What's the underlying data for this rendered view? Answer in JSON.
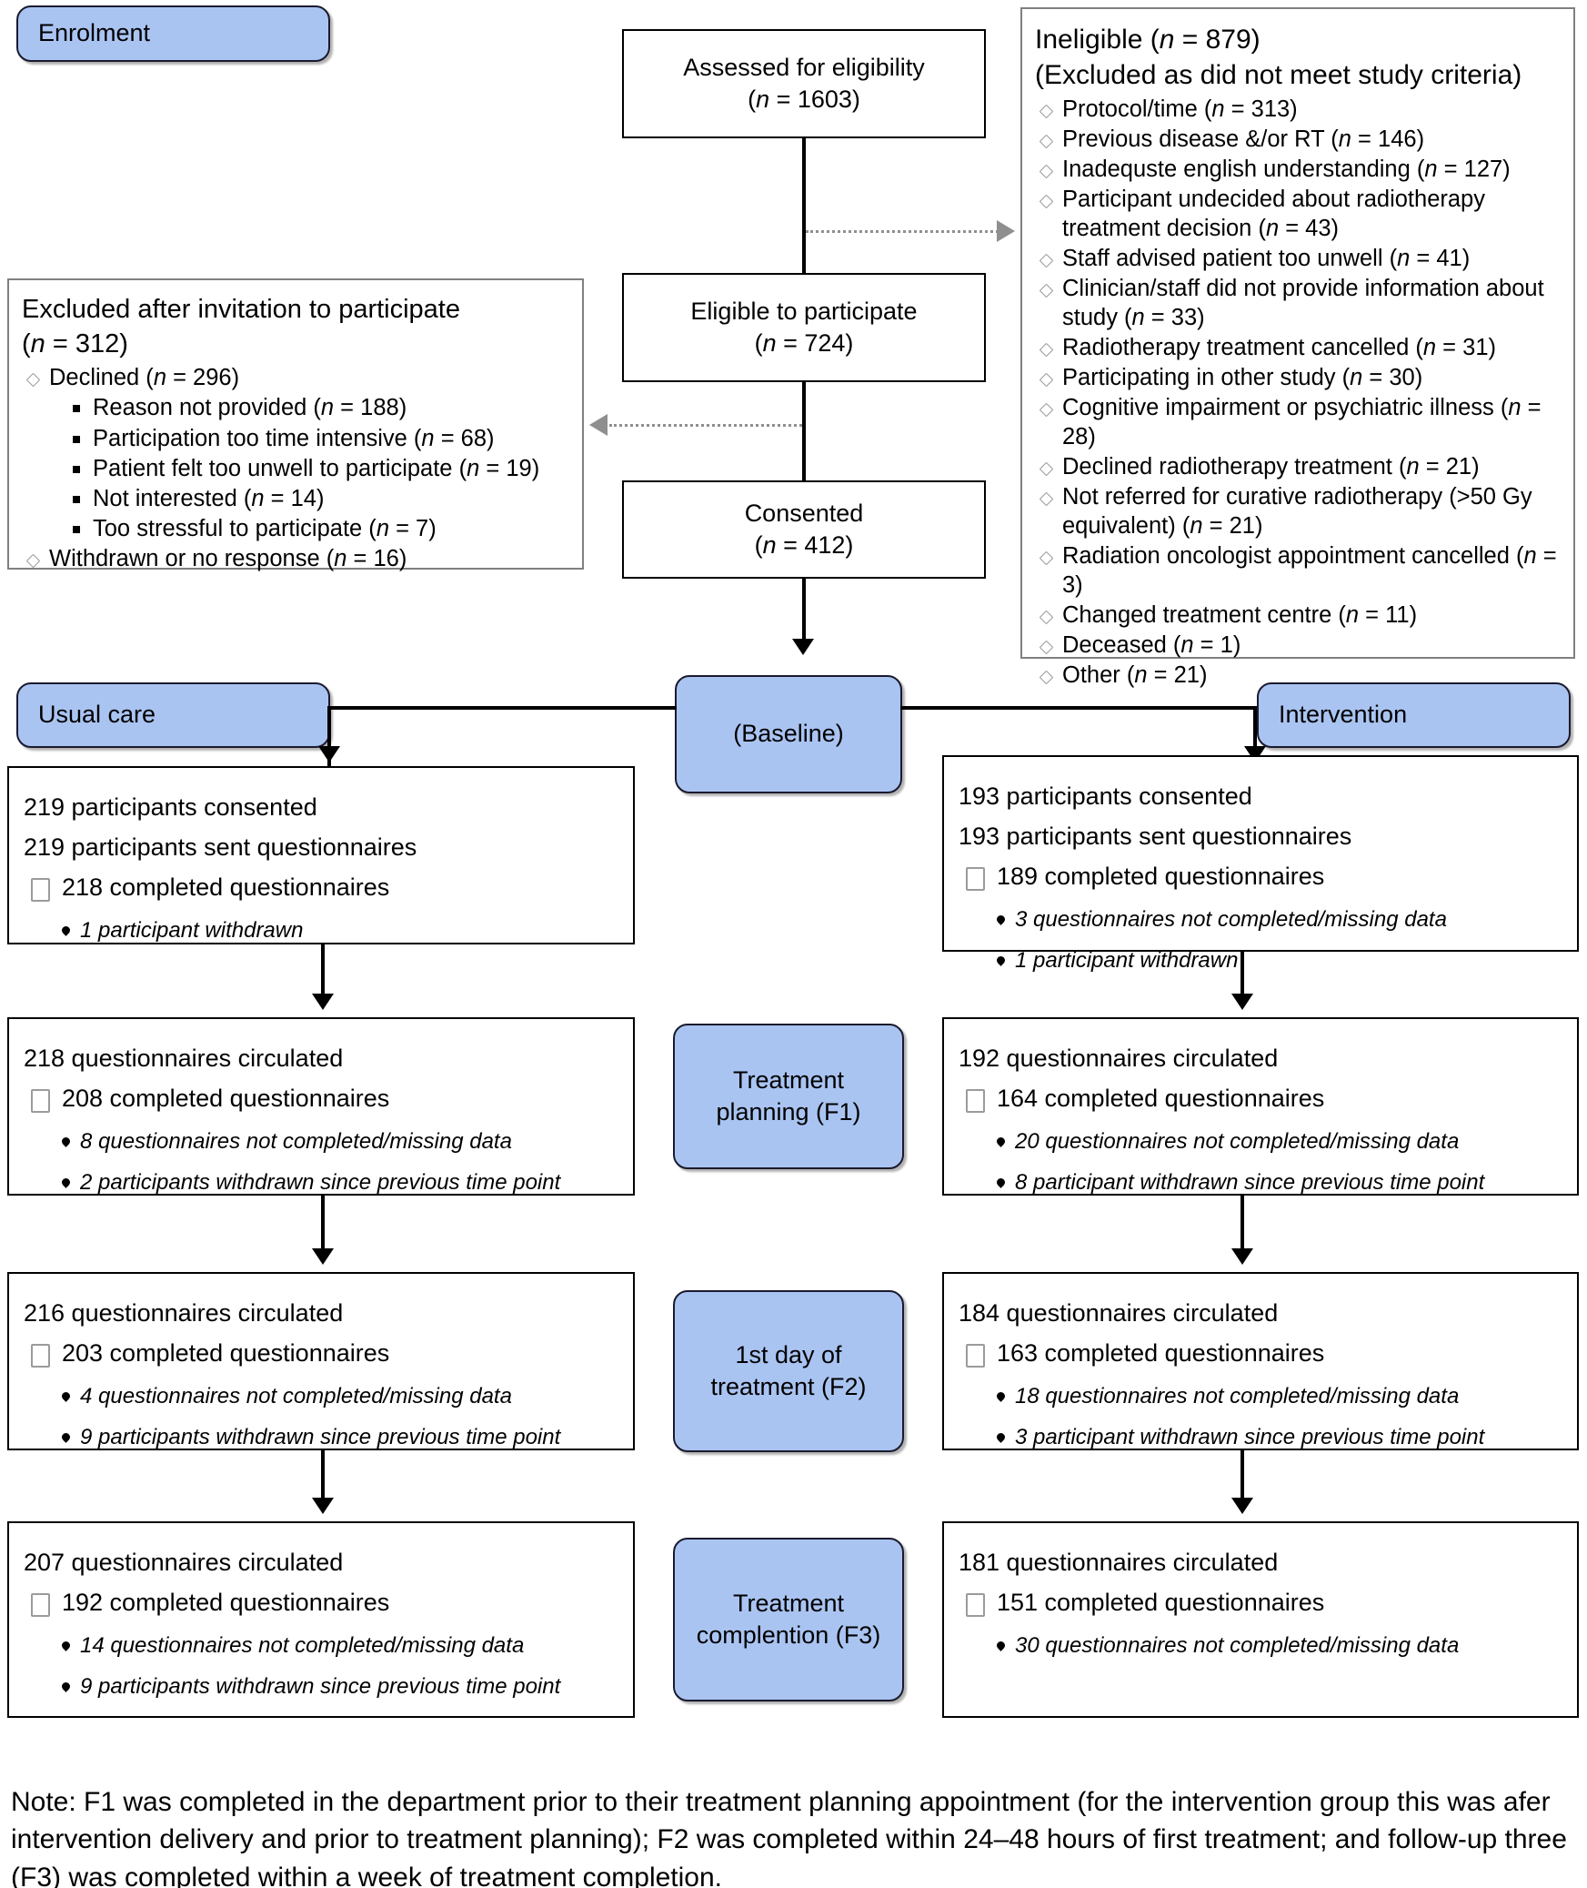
{
  "labels": {
    "enrolment": "Enrolment",
    "usual_care": "Usual care",
    "intervention": "Intervention",
    "baseline": "(Baseline)",
    "f1": "Treatment planning (F1)",
    "f2": "1st day of treatment (F2)",
    "f3": "Treatment complention (F3)"
  },
  "colors": {
    "blue_fill": "#aac4f2",
    "blue_border": "#1a1a2e",
    "box_border_black": "#000000",
    "box_border_grey": "#808080",
    "bullet_grey": "#9a9a9a"
  },
  "flow": {
    "assessed": {
      "line1": "Assessed for eligibility",
      "line2_prefix": "(",
      "line2_n": "n",
      "line2_eq": " = 1603)"
    },
    "eligible": {
      "line1": "Eligible to participate",
      "line2_eq": " = 724)"
    },
    "consented": {
      "line1": "Consented",
      "line2_eq": " =  412)"
    }
  },
  "ineligible": {
    "title": "Ineligible (",
    "title_n": "n",
    "title_val": " = 879)",
    "subtitle": "(Excluded as did not meet study criteria)",
    "items": [
      {
        "text": "Protocol/time (",
        "n": "n",
        "val": " = 313)"
      },
      {
        "text": "Previous disease &/or RT (",
        "n": "n",
        "val": " = 146)"
      },
      {
        "text": "Inadequste english understanding (",
        "n": "n",
        "val": " = 127)"
      },
      {
        "text": "Participant undecided about radiotherapy treatment decision (",
        "n": "n",
        "val": " = 43)"
      },
      {
        "text": "Staff advised patient too unwell (",
        "n": "n",
        "val": " = 41)"
      },
      {
        "text": "Clinician/staff did not provide information about study (",
        "n": "n",
        "val": " = 33)"
      },
      {
        "text": "Radiotherapy treatment cancelled (",
        "n": "n",
        "val": " = 31)"
      },
      {
        "text": "Participating in other study (",
        "n": "n",
        "val": " = 30)"
      },
      {
        "text": "Cognitive impairment or psychiatric illness (",
        "n": "n",
        "val": " = 28)"
      },
      {
        "text": "Declined radiotherapy treatment (",
        "n": "n",
        "val": " = 21)"
      },
      {
        "text": "Not referred for curative radiotherapy (>50 Gy equivalent) (",
        "n": "n",
        "val": " = 21)"
      },
      {
        "text": "Radiation oncologist appointment cancelled (",
        "n": "n",
        "val": " = 3)"
      },
      {
        "text": "Changed treatment centre (",
        "n": "n",
        "val": " = 11)"
      },
      {
        "text": "Deceased (",
        "n": "n",
        "val": " = 1)"
      },
      {
        "text": "Other (",
        "n": "n",
        "val": " = 21)"
      }
    ]
  },
  "excluded": {
    "title": "Excluded after invitation to participate",
    "title_n": "n",
    "title_val": " = 312)",
    "declined": {
      "text": "Declined (",
      "n": "n",
      "val": " = 296)"
    },
    "declined_reasons": [
      {
        "text": "Reason not provided (",
        "n": "n",
        "val": " = 188)"
      },
      {
        "text": "Participation too time intensive (",
        "n": "n",
        "val": " = 68)"
      },
      {
        "text": "Patient felt too unwell to participate (",
        "n": "n",
        "val": " = 19)"
      },
      {
        "text": "Not interested (",
        "n": "n",
        "val": " = 14)"
      },
      {
        "text": "Too stressful to participate (",
        "n": "n",
        "val": " = 7)"
      }
    ],
    "withdrawn": {
      "text": "Withdrawn or no response (",
      "n": "n",
      "val": " = 16)"
    }
  },
  "arms": {
    "usual_care": [
      {
        "lines": [
          "219 participants consented",
          "219 participants sent questionnaires"
        ],
        "check": "218 completed questionnaires",
        "subs": [
          "1 participant withdrawn"
        ]
      },
      {
        "lines": [
          "218 questionnaires circulated"
        ],
        "check": "208 completed questionnaires",
        "subs": [
          "8 questionnaires not completed/missing data",
          "2 participants withdrawn since previous time point"
        ]
      },
      {
        "lines": [
          "216 questionnaires circulated"
        ],
        "check": "203 completed questionnaires",
        "subs": [
          "4 questionnaires not completed/missing data",
          "9 participants withdrawn since previous time point"
        ]
      },
      {
        "lines": [
          "207 questionnaires circulated"
        ],
        "check": "192 completed questionnaires",
        "subs": [
          "14 questionnaires not completed/missing data",
          "9 participants withdrawn since previous time point"
        ]
      }
    ],
    "intervention": [
      {
        "lines": [
          "193 participants consented",
          "193 participants sent questionnaires"
        ],
        "check": "189 completed questionnaires",
        "subs": [
          "3 questionnaires not completed/missing data",
          "1 participant withdrawn"
        ]
      },
      {
        "lines": [
          "192 questionnaires circulated"
        ],
        "check": "164 completed questionnaires",
        "subs": [
          "20 questionnaires not completed/missing data",
          "8 participant withdrawn since previous time point"
        ]
      },
      {
        "lines": [
          "184 questionnaires circulated"
        ],
        "check": "163 completed questionnaires",
        "subs": [
          "18 questionnaires not completed/missing data",
          "3 participant withdrawn since previous time point"
        ]
      },
      {
        "lines": [
          "181 questionnaires circulated"
        ],
        "check": "151 completed questionnaires",
        "subs": [
          "30 questionnaires not completed/missing data"
        ]
      }
    ]
  },
  "note": "Note: F1 was completed in the department prior to their treatment planning appointment (for the intervention group this was afer intervention delivery and prior to treatment planning); F2 was completed within 24–48 hours of first treatment; and follow-up three (F3) was completed within a week of treatment completion."
}
